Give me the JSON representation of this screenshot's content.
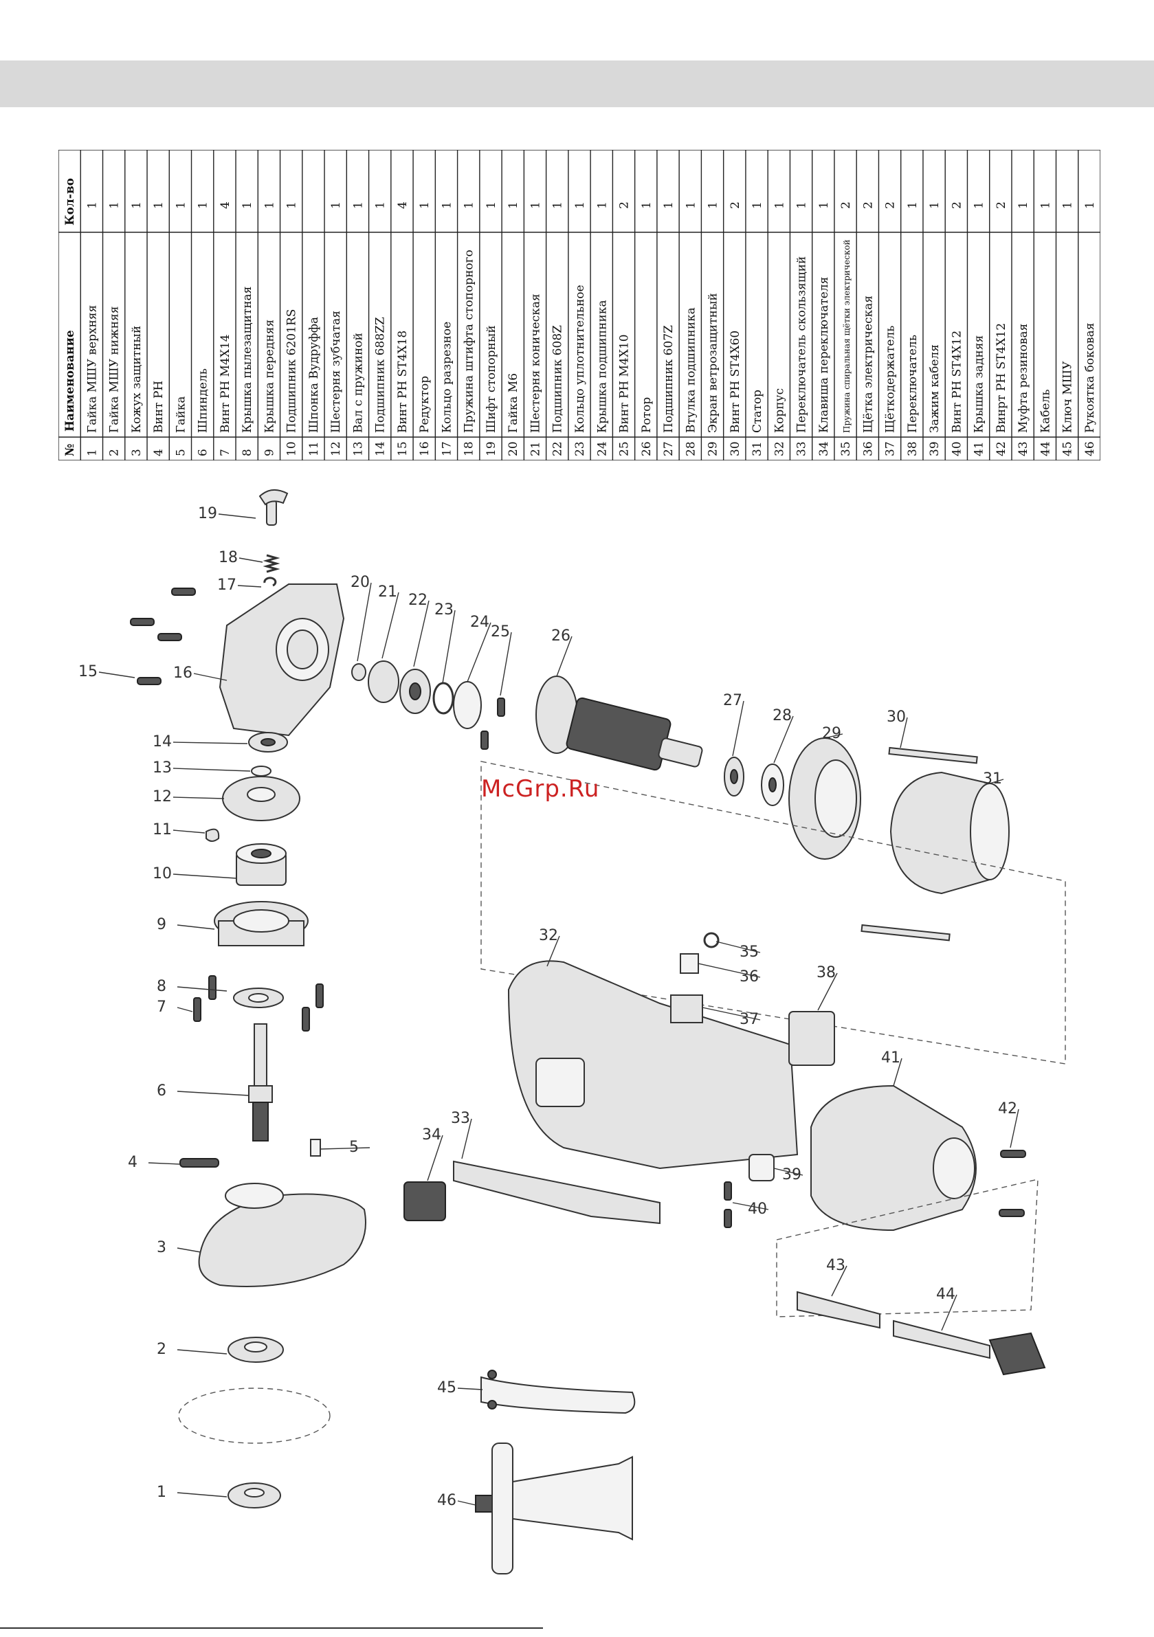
{
  "table": {
    "headers": {
      "num": "№",
      "name": "Наименование",
      "qty": "Кол-во"
    },
    "rows": [
      {
        "num": "1",
        "name": "Гайка МШУ верхняя",
        "qty": "1"
      },
      {
        "num": "2",
        "name": "Гайка МШУ нижняя",
        "qty": "1"
      },
      {
        "num": "3",
        "name": "Кожух защитный",
        "qty": "1"
      },
      {
        "num": "4",
        "name": "Винт РН",
        "qty": "1"
      },
      {
        "num": "5",
        "name": "Гайка",
        "qty": "1"
      },
      {
        "num": "6",
        "name": "Шпиндель",
        "qty": "1"
      },
      {
        "num": "7",
        "name": "Винт РН М4Х14",
        "qty": "4"
      },
      {
        "num": "8",
        "name": "Крышка пылезащитная",
        "qty": "1"
      },
      {
        "num": "9",
        "name": "Крышка передняя",
        "qty": "1"
      },
      {
        "num": "10",
        "name": "Подшипник 6201RS",
        "qty": "1"
      },
      {
        "num": "11",
        "name": "Шпонка Вудруффа",
        "qty": ""
      },
      {
        "num": "12",
        "name": "Шестерня зубчатая",
        "qty": "1"
      },
      {
        "num": "13",
        "name": "Вал с пружиной",
        "qty": "1"
      },
      {
        "num": "14",
        "name": "Подшипник 688ZZ",
        "qty": "1"
      },
      {
        "num": "15",
        "name": "Винт РН ST4X18",
        "qty": "4"
      },
      {
        "num": "16",
        "name": "Редуктор",
        "qty": "1"
      },
      {
        "num": "17",
        "name": "Кольцо разрезное",
        "qty": "1"
      },
      {
        "num": "18",
        "name": "Пружина штифта стопорного",
        "qty": "1"
      },
      {
        "num": "19",
        "name": "Шифт стопорный",
        "qty": "1"
      },
      {
        "num": "20",
        "name": "Гайка М6",
        "qty": "1"
      },
      {
        "num": "21",
        "name": "Шестерня коническая",
        "qty": "1"
      },
      {
        "num": "22",
        "name": "Подшипник 608Z",
        "qty": "1"
      },
      {
        "num": "23",
        "name": "Кольцо уплотнительное",
        "qty": "1"
      },
      {
        "num": "24",
        "name": "Крышка подшипника",
        "qty": "1"
      },
      {
        "num": "25",
        "name": "Винт РН М4Х10",
        "qty": "2"
      },
      {
        "num": "26",
        "name": "Ротор",
        "qty": "1"
      },
      {
        "num": "27",
        "name": "Подшипник 607Z",
        "qty": "1"
      },
      {
        "num": "28",
        "name": "Втулка подшипника",
        "qty": "1"
      },
      {
        "num": "29",
        "name": "Экран ветрозащитный",
        "qty": "1"
      },
      {
        "num": "30",
        "name": "Винт РН ST4X60",
        "qty": "2"
      },
      {
        "num": "31",
        "name": "Статор",
        "qty": "1"
      },
      {
        "num": "32",
        "name": "Корпус",
        "qty": "1"
      },
      {
        "num": "33",
        "name": "Переключатель скользящий",
        "qty": "1"
      },
      {
        "num": "34",
        "name": "Клавиша переключателя",
        "qty": "1"
      },
      {
        "num": "35",
        "name": "Пружина спиральная щётки электрической",
        "qty": "2"
      },
      {
        "num": "36",
        "name": "Щётка электрическая",
        "qty": "2"
      },
      {
        "num": "37",
        "name": "Щёткодержатель",
        "qty": "2"
      },
      {
        "num": "38",
        "name": "Переключатель",
        "qty": "1"
      },
      {
        "num": "39",
        "name": "Зажим кабеля",
        "qty": "1"
      },
      {
        "num": "40",
        "name": "Винт РН ST4X12",
        "qty": "2"
      },
      {
        "num": "41",
        "name": "Крышка задняя",
        "qty": "1"
      },
      {
        "num": "42",
        "name": "Винрт РН ST4X12",
        "qty": "2"
      },
      {
        "num": "43",
        "name": "Муфта резиновая",
        "qty": "1"
      },
      {
        "num": "44",
        "name": "Кабель",
        "qty": "1"
      },
      {
        "num": "45",
        "name": "Ключ МШУ",
        "qty": "1"
      },
      {
        "num": "46",
        "name": "Рукоятка боковая",
        "qty": "1"
      }
    ]
  },
  "diagram": {
    "callouts": [
      "1",
      "2",
      "3",
      "4",
      "5",
      "6",
      "7",
      "8",
      "9",
      "10",
      "11",
      "12",
      "13",
      "14",
      "15",
      "16",
      "17",
      "18",
      "19",
      "20",
      "21",
      "22",
      "23",
      "24",
      "25",
      "26",
      "27",
      "28",
      "29",
      "30",
      "31",
      "32",
      "33",
      "34",
      "35",
      "36",
      "37",
      "38",
      "39",
      "40",
      "41",
      "42",
      "43",
      "44",
      "45",
      "46"
    ]
  },
  "watermark": "McGrp.Ru"
}
